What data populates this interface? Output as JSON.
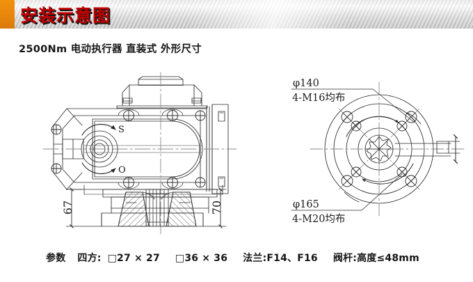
{
  "header": {
    "title": "安装示意图",
    "accent_color": "#e8860c",
    "title_color": "#c00000"
  },
  "subtitle": "2500Nm  电动执行器  直装式  外形尺寸",
  "drawing": {
    "left_view": {
      "name": "top-view-actuator",
      "rotation_marks": {
        "shut_label": "S",
        "open_label": "O"
      },
      "dimensions": {
        "left_height": "67",
        "right_height": "70"
      }
    },
    "right_view": {
      "name": "flange-bottom-view",
      "annotations": {
        "outer_bolt_circle": "φ140",
        "outer_bolt_spec": "4-M16均布",
        "inner_bolt_circle": "φ165",
        "inner_bolt_spec": "4-M20均布"
      }
    }
  },
  "params": {
    "label": "参数",
    "square_label": "四方:",
    "square_1": "□27 × 27",
    "square_2": "□36 × 36",
    "flange": "法兰:F14、F16",
    "stem": "阀杆:高度≤48mm"
  }
}
